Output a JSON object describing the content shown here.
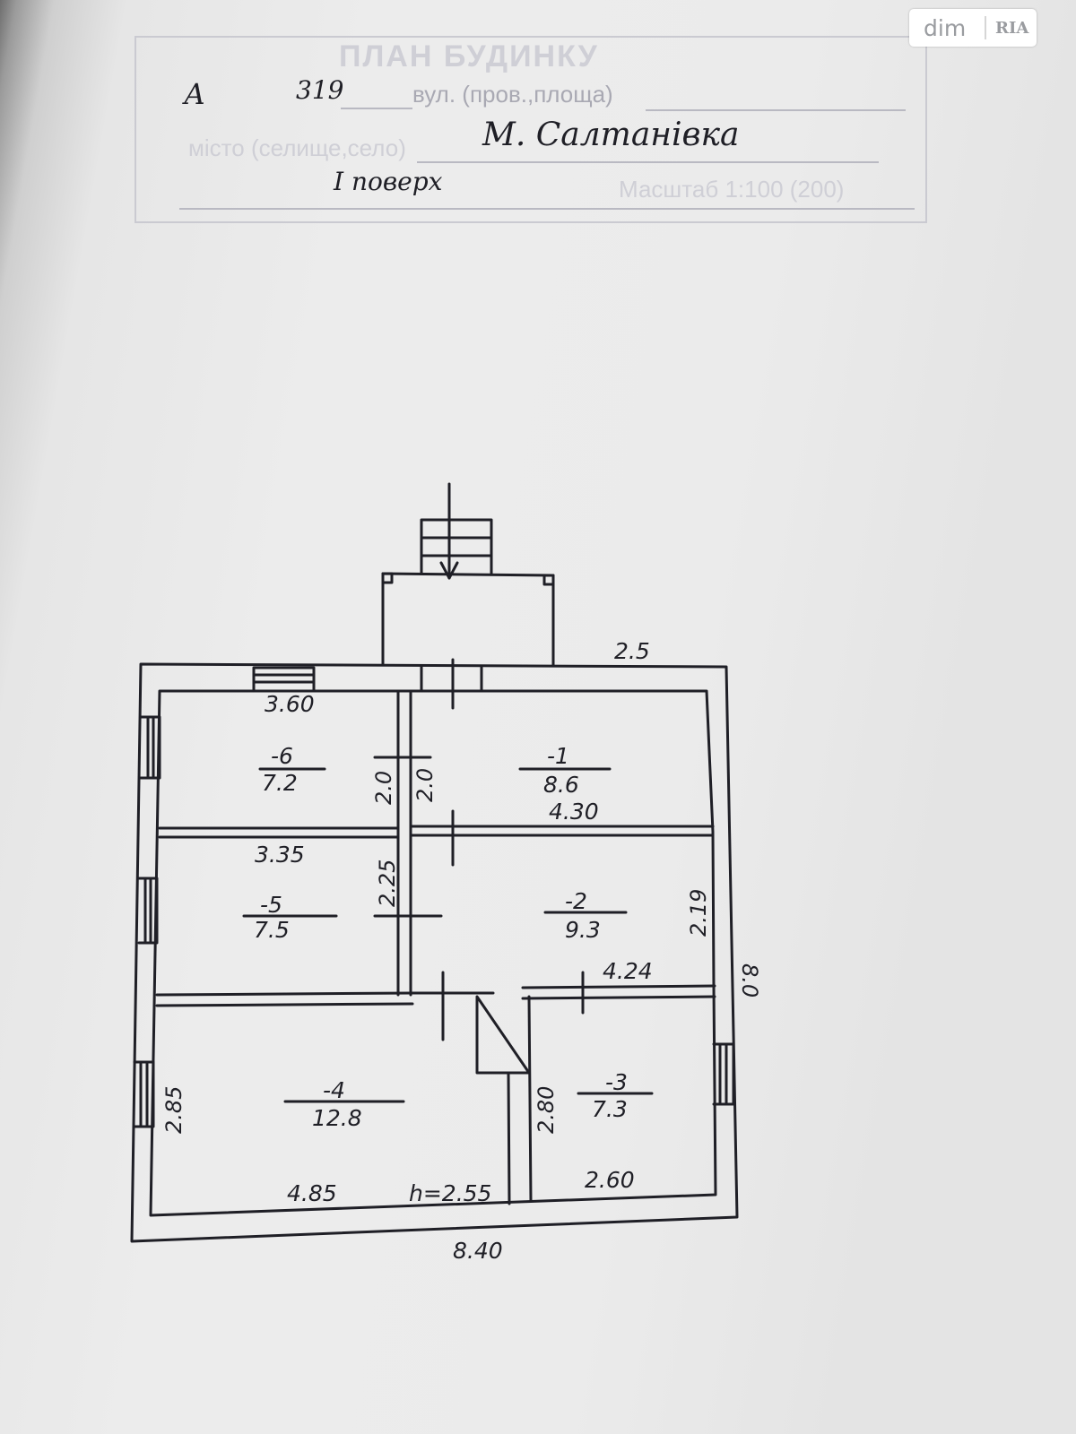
{
  "stamp": {
    "header_faded": "ПЛАН БУДИНКУ",
    "street_label": "вул. (пров.,площа)",
    "town_label": "місто (селище,село)",
    "scale_label": "Масштаб 1:100 (200)"
  },
  "handwriting": {
    "letter": "А",
    "number": "319",
    "town": "М. Салтанівка",
    "floor": "I поверх"
  },
  "plan": {
    "rooms": [
      {
        "number": "-1",
        "area": "8.6"
      },
      {
        "number": "-2",
        "area": "9.3"
      },
      {
        "number": "-3",
        "area": "7.3"
      },
      {
        "number": "-4",
        "area": "12.8"
      },
      {
        "number": "-5",
        "area": "7.5"
      },
      {
        "number": "-6",
        "area": "7.2"
      }
    ],
    "dimensions": {
      "porch_width": "2.5",
      "room6_width": "3.60",
      "room6_height_a": "2.0",
      "room6_height_b": "2.0",
      "room1_width": "4.30",
      "room5_width": "3.35",
      "room5_height": "2.25",
      "room2_height": "2.19",
      "room2_width": "4.24",
      "total_height": "8.0",
      "room4_height": "2.85",
      "room3_height": "2.80",
      "room4_width": "4.85",
      "ceiling_height": "h=2.55",
      "room3_width": "2.60",
      "total_width": "8.40"
    }
  },
  "logo": {
    "brand_left": "dim",
    "brand_right": "RIA"
  }
}
